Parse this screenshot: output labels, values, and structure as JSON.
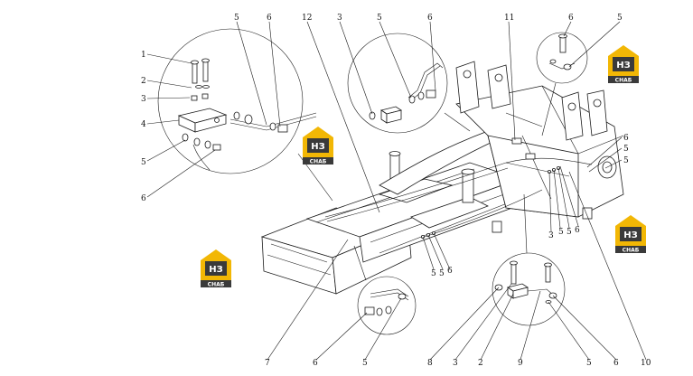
{
  "logo": {
    "primary": "НЗ",
    "secondary": "СНАБ",
    "color_gold": "#f2b705",
    "color_dark": "#3a3a3a"
  },
  "callouts": [
    {
      "id": "c-1",
      "text": "1"
    },
    {
      "id": "c-2a",
      "text": "2"
    },
    {
      "id": "c-3a",
      "text": "3"
    },
    {
      "id": "c-4",
      "text": "4"
    },
    {
      "id": "c-5a",
      "text": "5"
    },
    {
      "id": "c-6a",
      "text": "6"
    },
    {
      "id": "c-5b",
      "text": "5"
    },
    {
      "id": "c-6b",
      "text": "6"
    },
    {
      "id": "c-12",
      "text": "12"
    },
    {
      "id": "c-3b",
      "text": "3"
    },
    {
      "id": "c-5c",
      "text": "5"
    },
    {
      "id": "c-6c",
      "text": "6"
    },
    {
      "id": "c-11",
      "text": "11"
    },
    {
      "id": "c-6d",
      "text": "6"
    },
    {
      "id": "c-5d",
      "text": "5"
    },
    {
      "id": "c-6e",
      "text": "6"
    },
    {
      "id": "c-5e",
      "text": "5"
    },
    {
      "id": "c-5f",
      "text": "5"
    },
    {
      "id": "c-3c",
      "text": "3"
    },
    {
      "id": "c-5g",
      "text": "5"
    },
    {
      "id": "c-5h",
      "text": "5"
    },
    {
      "id": "c-6f",
      "text": "6"
    },
    {
      "id": "c-5i",
      "text": "5"
    },
    {
      "id": "c-5j",
      "text": "5"
    },
    {
      "id": "c-6g",
      "text": "6"
    },
    {
      "id": "c-7",
      "text": "7"
    },
    {
      "id": "c-6h",
      "text": "6"
    },
    {
      "id": "c-5k",
      "text": "5"
    },
    {
      "id": "c-8",
      "text": "8"
    },
    {
      "id": "c-3d",
      "text": "3"
    },
    {
      "id": "c-2b",
      "text": "2"
    },
    {
      "id": "c-9",
      "text": "9"
    },
    {
      "id": "c-5l",
      "text": "5"
    },
    {
      "id": "c-6i",
      "text": "6"
    },
    {
      "id": "c-10",
      "text": "10"
    }
  ]
}
